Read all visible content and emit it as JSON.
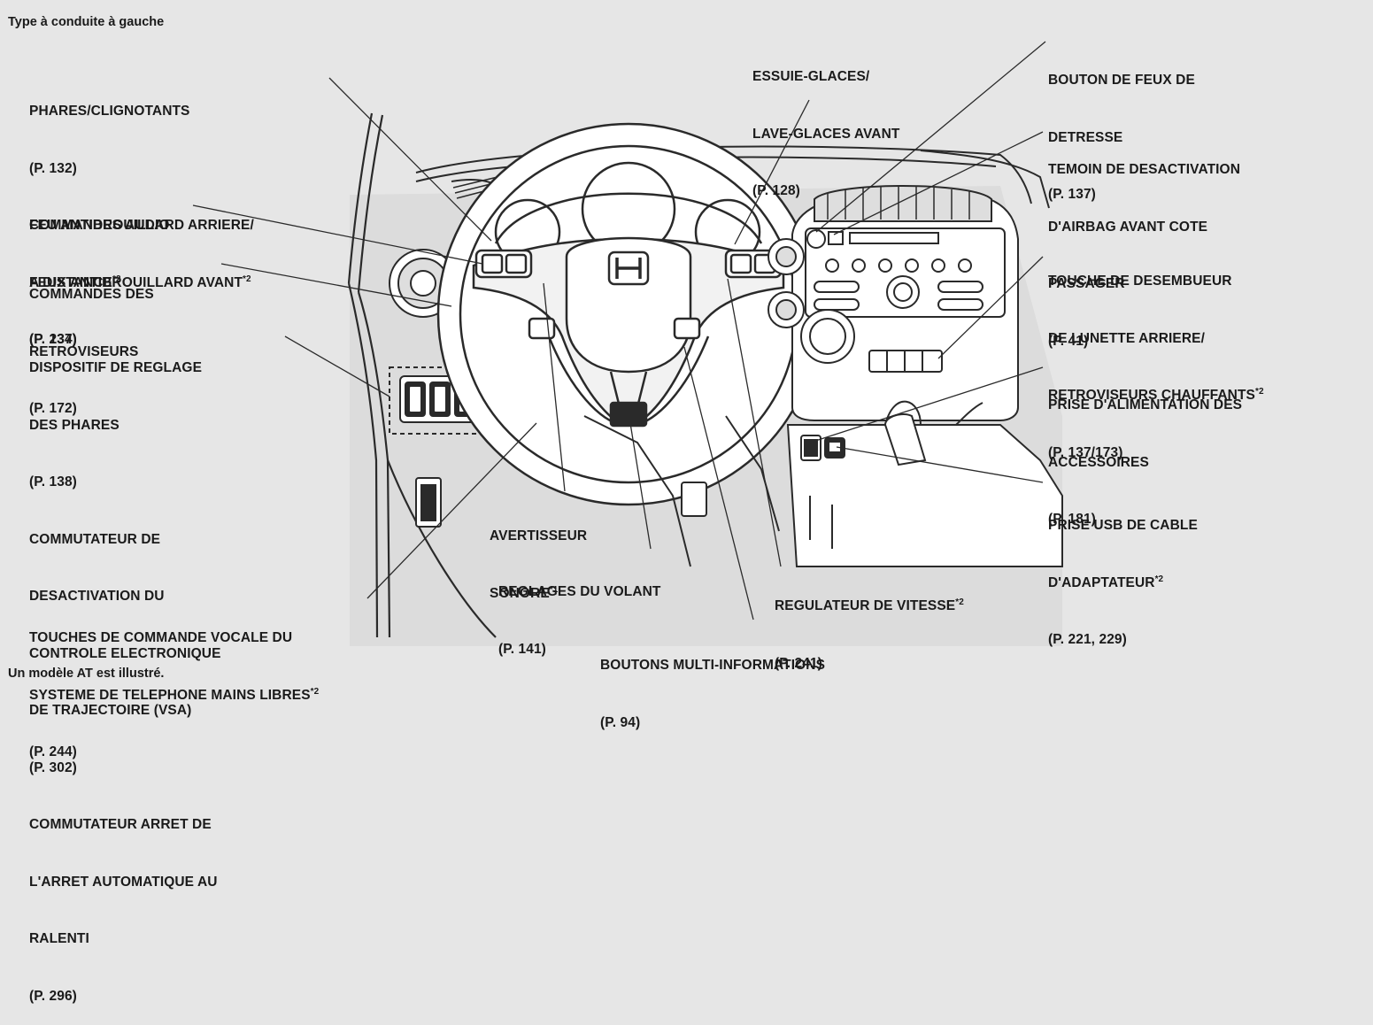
{
  "header_note": "Type à conduite à gauche",
  "footer_note": "Un modèle AT est illustré.",
  "callouts": {
    "phares": {
      "lines": [
        "PHARES/CLIGNOTANTS",
        "(P. 132)",
        "FEU ANTIBROUILLARD ARRIERE/"
      ],
      "last": "FEUX ANTIBROUILLARD AVANT",
      "mark": "*2",
      "page": "(P. 134)"
    },
    "audio": {
      "line1": "COMMANDES AUDIO",
      "line2": "A DISTANCE",
      "mark": "*2",
      "page": "(P. 237)"
    },
    "retro": {
      "lines": [
        "COMMANDES DES",
        "RETROVISEURS",
        "(P. 172)"
      ]
    },
    "reglage": {
      "lines": [
        "DISPOSITIF DE REGLAGE",
        "DES PHARES",
        "(P. 138)",
        "COMMUTATEUR DE",
        "DESACTIVATION DU",
        "CONTROLE ELECTRONIQUE",
        "DE TRAJECTOIRE (VSA)",
        "(P. 302)",
        "COMMUTATEUR ARRET DE",
        "L'ARRET AUTOMATIQUE AU",
        "RALENTI",
        "(P. 296)"
      ]
    },
    "vocale": {
      "line1": "TOUCHES DE COMMANDE VOCALE DU",
      "line2": "SYSTEME DE TELEPHONE MAINS LIBRES",
      "mark": "*2",
      "page": "(P. 244)"
    },
    "avertisseur": {
      "line1": "AVERTISSEUR",
      "line2": "SONORE",
      "mark": "*1"
    },
    "volant": {
      "lines": [
        "REGLAGES DU VOLANT",
        "(P. 141)"
      ]
    },
    "multi": {
      "lines": [
        "BOUTONS MULTI-INFORMATIONS",
        "(P. 94)"
      ]
    },
    "regulateur": {
      "line1": "REGULATEUR DE VITESSE",
      "mark": "*2",
      "page": "(P. 241)"
    },
    "essuie": {
      "lines": [
        "ESSUIE-GLACES/",
        "LAVE-GLACES AVANT",
        "(P. 128)"
      ]
    },
    "detresse": {
      "lines": [
        "BOUTON DE FEUX DE",
        "DETRESSE",
        "(P. 137)"
      ]
    },
    "airbag": {
      "lines": [
        "TEMOIN DE DESACTIVATION",
        "D'AIRBAG AVANT COTE",
        "PASSAGER",
        "(P. 41)"
      ]
    },
    "desembueur": {
      "line1": "TOUCHE DE DESEMBUEUR",
      "line2": "DE LUNETTE ARRIERE/",
      "line3": "RETROVISEURS CHAUFFANTS",
      "mark": "*2",
      "page": "(P. 137/173)"
    },
    "prise": {
      "lines": [
        "PRISE D'ALIMENTATION DES",
        "ACCESSOIRES",
        "(P. 181)"
      ]
    },
    "usb": {
      "line1": "PRISE USB DE CABLE",
      "line2": "D'ADAPTATEUR",
      "mark": "*2",
      "page": "(P. 221, 229)"
    }
  },
  "colors": {
    "background": "#e6e6e6",
    "ink": "#1a1a1a",
    "art_fill": "#ffffff",
    "art_stroke": "#2a2a2a"
  }
}
